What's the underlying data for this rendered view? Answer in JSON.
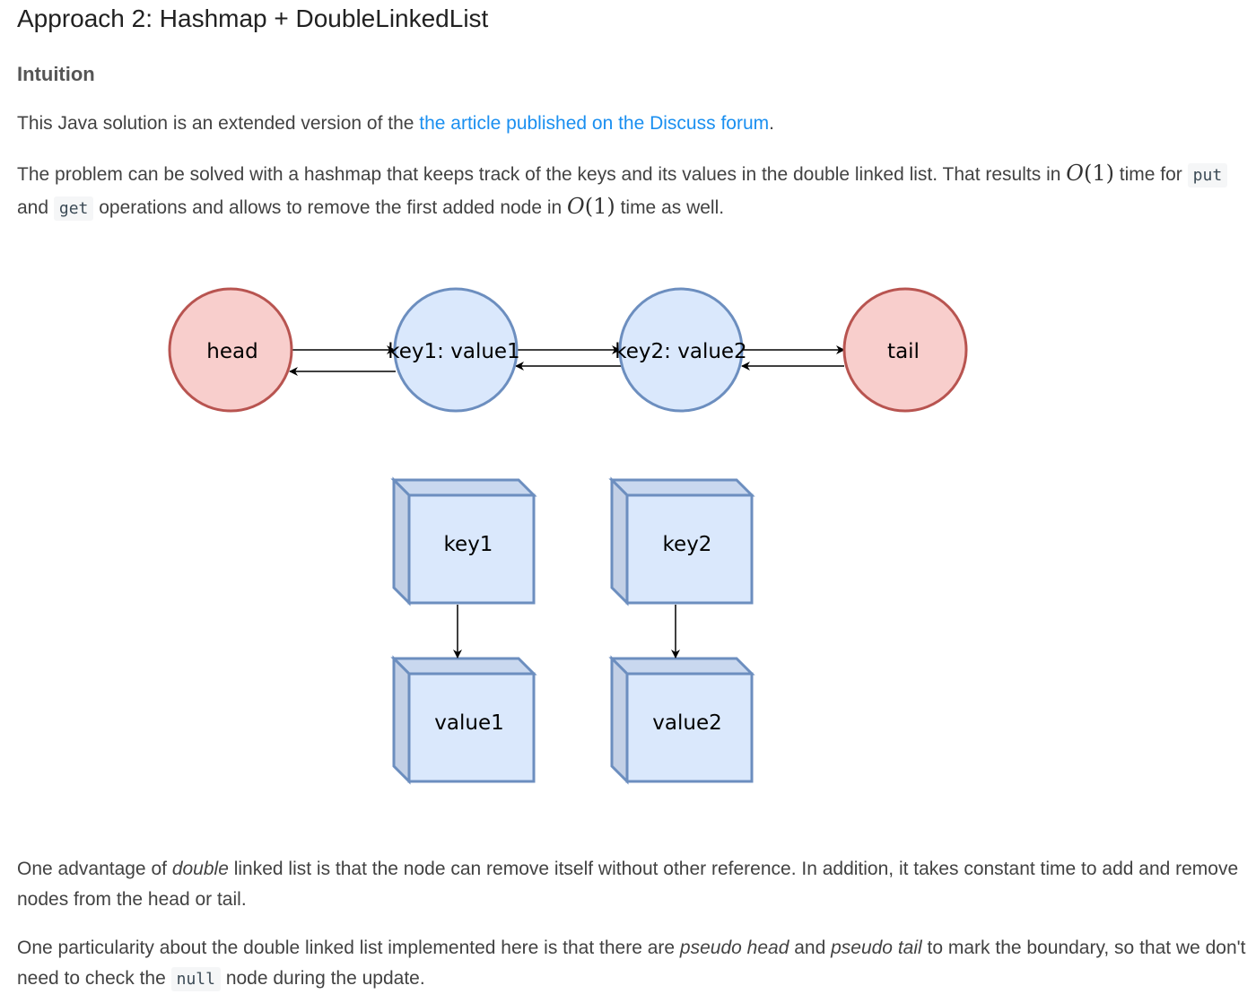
{
  "title": "Approach 2: Hashmap + DoubleLinkedList",
  "section": "Intuition",
  "para1": {
    "before": "This Java solution is an extended version of the ",
    "link": "the article published on the Discuss forum",
    "after": "."
  },
  "para2": {
    "t1": "The problem can be solved with a hashmap that keeps track of the keys and its values in the double linked list. That results in ",
    "math1_o": "O",
    "math1_arg": "(1)",
    "t2": " time for ",
    "code1": "put",
    "t3": " and ",
    "code2": "get",
    "t4": " operations and allows to remove the first added node in ",
    "math2_o": "O",
    "math2_arg": "(1)",
    "t5": " time as well."
  },
  "diagram": {
    "nodes": {
      "head": "head",
      "n1": "key1: value1",
      "n2": "key2: value2",
      "tail": "tail"
    },
    "boxes": {
      "k1": "key1",
      "k2": "key2",
      "v1": "value1",
      "v2": "value2"
    },
    "colors": {
      "end_fill": "#f8cecc",
      "end_stroke": "#b85450",
      "mid_fill": "#dae8fc",
      "mid_stroke": "#6c8ebf",
      "box_side": "#c3d0e6"
    }
  },
  "para3": {
    "t1": "One advantage of ",
    "em1": "double",
    "t2": " linked list is that the node can remove itself without other reference. In addition, it takes constant time to add and remove nodes from the head or tail."
  },
  "para4": {
    "t1": "One particularity about the double linked list implemented here is that there are ",
    "em1": "pseudo head",
    "t2": " and ",
    "em2": "pseudo tail",
    "t3": " to mark the boundary, so that we don't need to check the ",
    "code1": "null",
    "t4": " node during the update."
  }
}
